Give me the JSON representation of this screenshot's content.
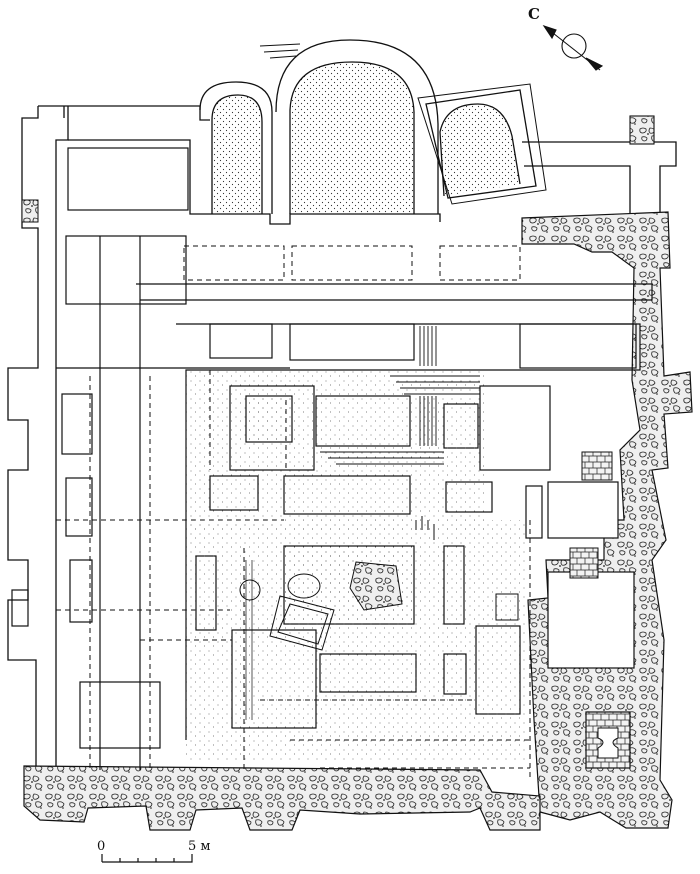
{
  "compass": {
    "north_label": "С"
  },
  "scale_bar": {
    "start_label": "0",
    "end_label": "5 м"
  },
  "colors": {
    "ink": "#111111",
    "stone_fill": "#d9d9d9",
    "paper": "#ffffff"
  }
}
